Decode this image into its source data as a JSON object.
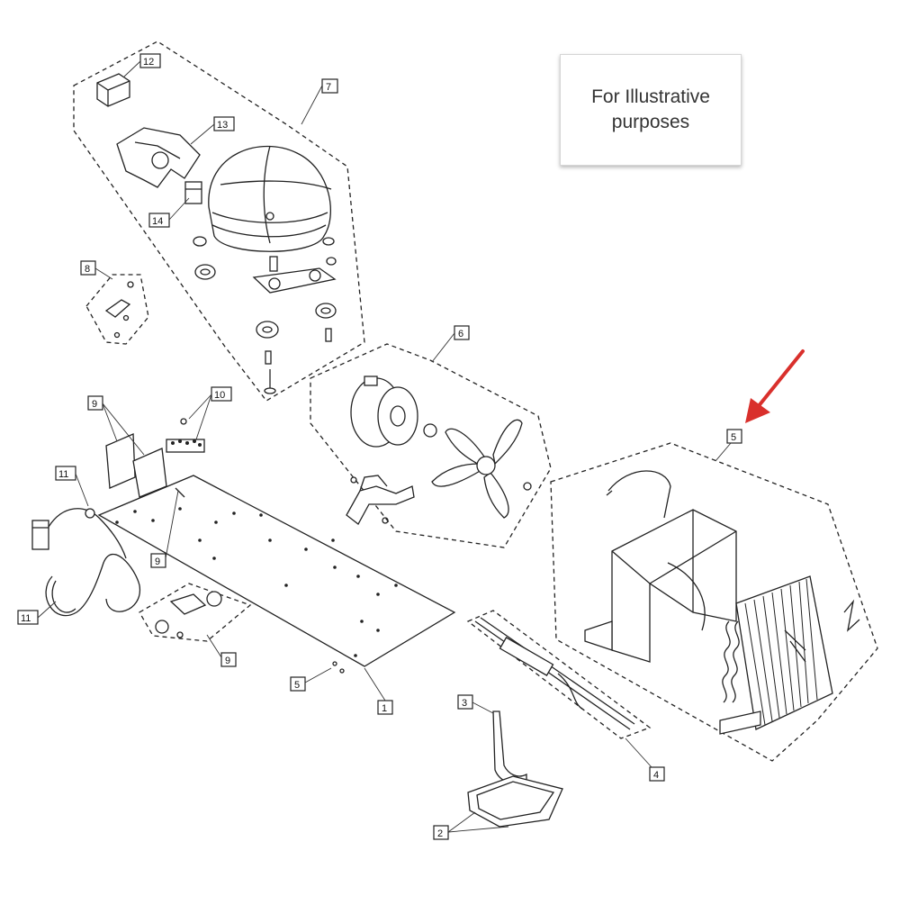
{
  "note": {
    "line1": "For Illustrative",
    "line2": "purposes"
  },
  "callouts": {
    "c1": "1",
    "c2": "2",
    "c3": "3",
    "c4": "4",
    "c5a": "5",
    "c5b": "5",
    "c6": "6",
    "c7": "7",
    "c8": "8",
    "c9a": "9",
    "c9b": "9",
    "c9c": "9",
    "c10": "10",
    "c11a": "11",
    "c11b": "11",
    "c12": "12",
    "c13": "13",
    "c14": "14"
  },
  "colors": {
    "highlight_arrow": "#d9302c",
    "line": "#222222",
    "background": "#ffffff"
  },
  "icons": {
    "arrow": "red-arrow-icon"
  }
}
